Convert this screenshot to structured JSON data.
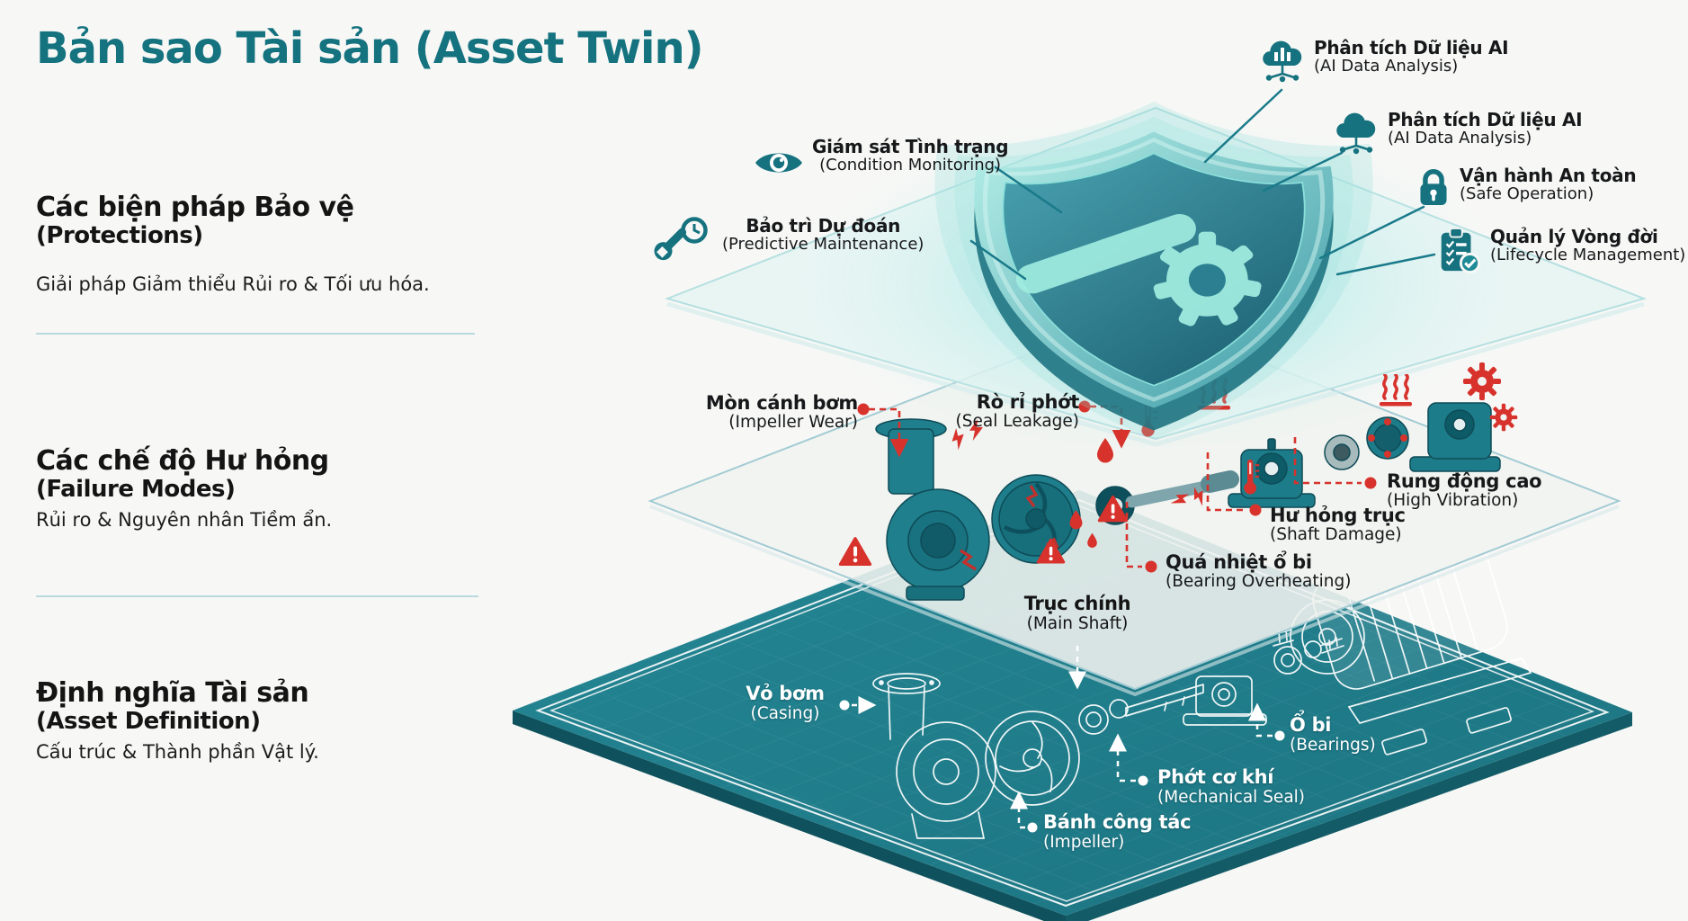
{
  "title": "Bản sao Tài sản (Asset Twin)",
  "sections": {
    "protections": {
      "vi": "Các biện pháp Bảo vệ",
      "en": "(Protections)",
      "desc": "Giải pháp Giảm thiểu Rủi ro & Tối ưu hóa."
    },
    "failure_modes": {
      "vi": "Các chế độ Hư hỏng",
      "en": "(Failure Modes)",
      "desc": "Rủi ro & Nguyên nhân Tiềm ẩn."
    },
    "asset_definition": {
      "vi": "Định nghĩa Tài sản",
      "en": "(Asset Definition)",
      "desc": "Cấu trúc & Thành phần Vật lý."
    }
  },
  "protection_labels": [
    {
      "vi": "Phân tích Dữ liệu AI",
      "en": "(AI Data Analysis)",
      "icon": "cloud-ai-icon"
    },
    {
      "vi": "Phân tích Dữ liệu AI",
      "en": "(AI Data Analysis)",
      "icon": "cloud-ai-icon"
    },
    {
      "vi": "Giám sát Tình trạng",
      "en": "(Condition Monitoring)",
      "icon": "eye-icon"
    },
    {
      "vi": "Vận hành An toàn",
      "en": "(Safe Operation)",
      "icon": "lock-icon"
    },
    {
      "vi": "Bảo trì Dự đoán",
      "en": "(Predictive Maintenance)",
      "icon": "wrench-clock-icon"
    },
    {
      "vi": "Quản lý Vòng đời",
      "en": "(Lifecycle Management)",
      "icon": "clipboard-check-icon"
    }
  ],
  "failure_labels": [
    {
      "vi": "Mòn cánh bơm",
      "en": "(Impeller Wear)"
    },
    {
      "vi": "Rò rỉ phớt",
      "en": "(Seal Leakage)"
    },
    {
      "vi": "Rung động cao",
      "en": "(High Vibration)"
    },
    {
      "vi": "Hư hỏng trục",
      "en": "(Shaft Damage)"
    },
    {
      "vi": "Quá nhiệt ổ bi",
      "en": "(Bearing Overheating)"
    }
  ],
  "component_labels": [
    {
      "vi": "Vỏ bơm",
      "en": "(Casing)"
    },
    {
      "vi": "Trục chính",
      "en": "(Main Shaft)"
    },
    {
      "vi": "Phớt cơ khí",
      "en": "(Mechanical Seal)"
    },
    {
      "vi": "Ổ bi",
      "en": "(Bearings)"
    },
    {
      "vi": "Bánh công tác",
      "en": "(Impeller)"
    }
  ],
  "colors": {
    "accent_teal": "#15727f",
    "danger_red": "#d7332c",
    "board_teal": "#1f7f8a",
    "ink": "#17181a",
    "plane_border": "#a3cbd4"
  }
}
